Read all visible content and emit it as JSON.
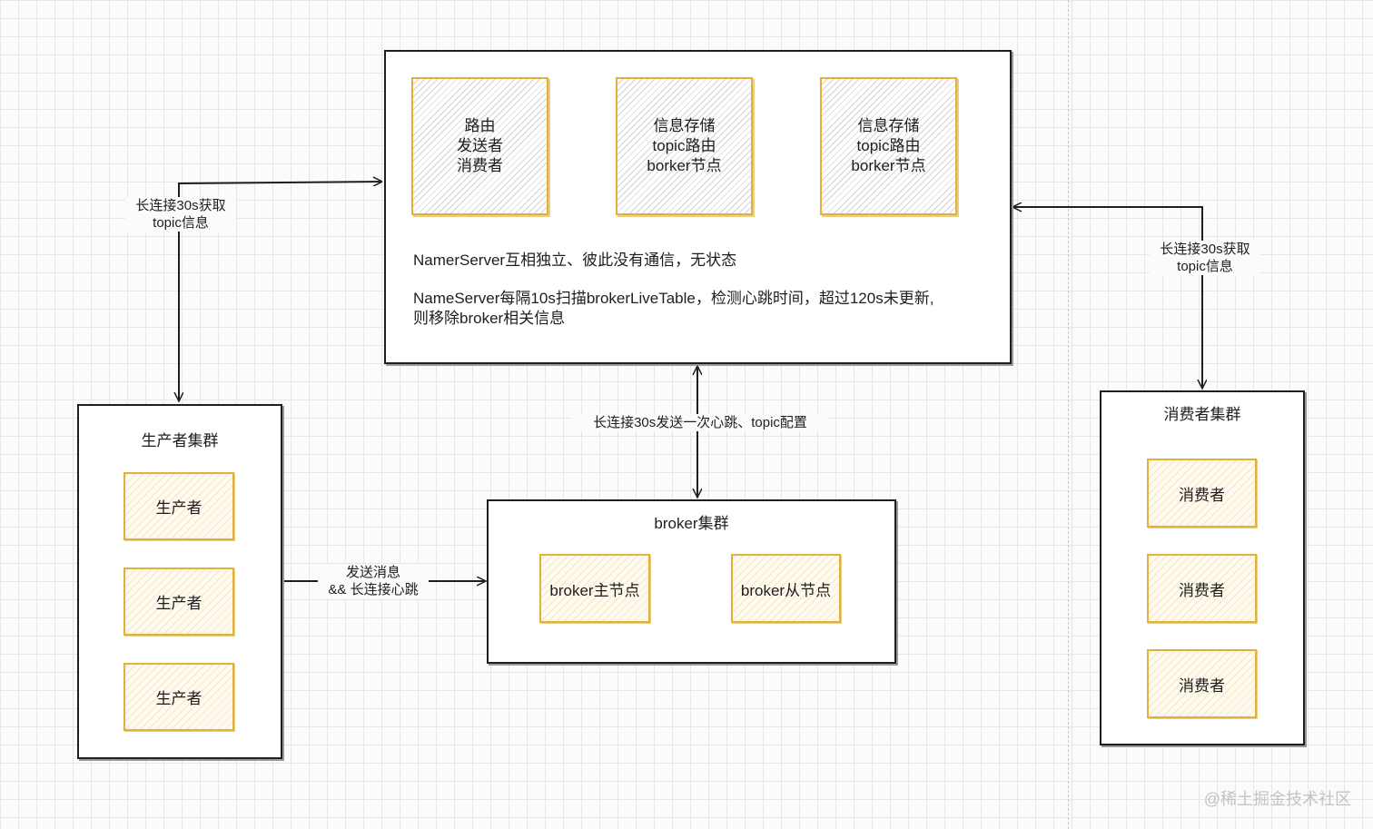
{
  "nameserver": {
    "modules": [
      "路由\n发送者\n消费者",
      "信息存储\ntopic路由\nborker节点",
      "信息存储\ntopic路由\nborker节点"
    ],
    "note_line1": "NamerServer互相独立、彼此没有通信，无状态",
    "note_line2": "NameServer每隔10s扫描brokerLiveTable，检测心跳时间，超过120s未更新,",
    "note_line3": "则移除broker相关信息"
  },
  "producer_cluster": {
    "title": "生产者集群",
    "items": [
      "生产者",
      "生产者",
      "生产者"
    ]
  },
  "broker_cluster": {
    "title": "broker集群",
    "master": "broker主节点",
    "slave": "broker从节点"
  },
  "consumer_cluster": {
    "title": "消费者集群",
    "items": [
      "消费者",
      "消费者",
      "消费者"
    ]
  },
  "edges": {
    "producer_to_nameserver": "长连接30s获取\ntopic信息",
    "consumer_to_nameserver": "长连接30s获取\ntopic信息",
    "broker_to_nameserver": "长连接30s发送一次心跳、topic配置",
    "producer_to_broker": "发送消息\n&& 长连接心跳"
  },
  "watermark": "@稀土掘金技术社区"
}
